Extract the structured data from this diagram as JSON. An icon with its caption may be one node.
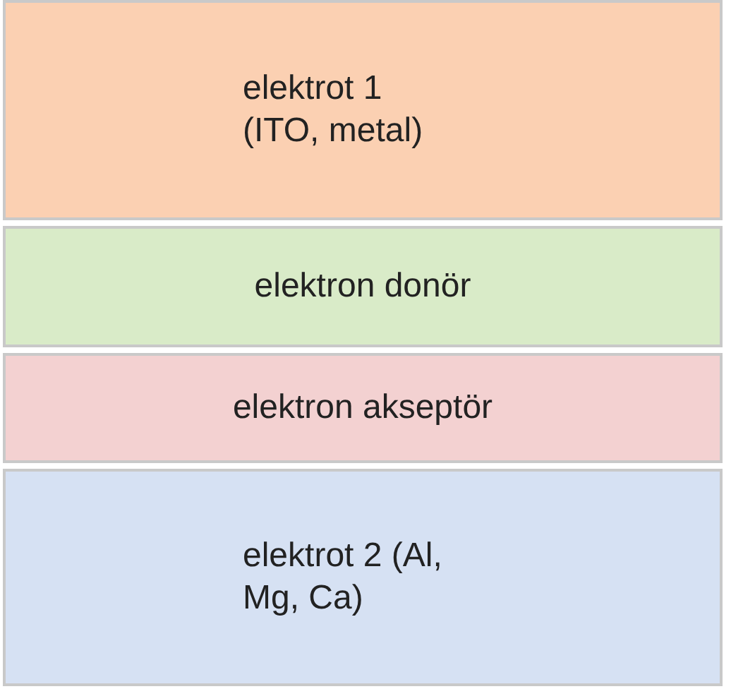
{
  "diagram": {
    "nodes": [
      {
        "text": [
          "elektrot 1 (ITO, metal)"
        ]
      },
      {
        "text": [
          "elektron donör"
        ]
      },
      {
        "text": [
          "elektron akseptör"
        ]
      },
      {
        "text": [
          "elektrot 2 (Al, Mg, Ca)"
        ]
      }
    ]
  }
}
